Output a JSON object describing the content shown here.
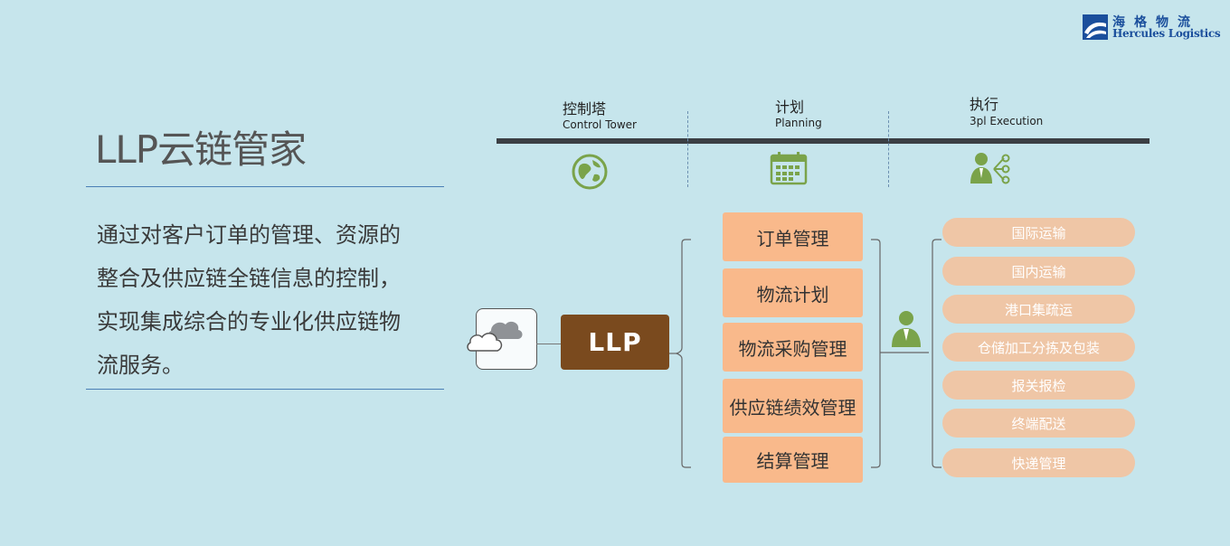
{
  "logo": {
    "cn": "海格物流",
    "en": "Hercules Logistics"
  },
  "title": "LLP云链管家",
  "description": "通过对客户订单的管理、资源的整合及供应链全链信息的控制，实现集成综合的专业化供应链物流服务。",
  "timeline": {
    "stages": [
      {
        "cn": "控制塔",
        "en": "Control Tower",
        "icon": "globe-icon"
      },
      {
        "cn": "计划",
        "en": "Planning",
        "icon": "calendar-icon"
      },
      {
        "cn": "执行",
        "en": "3pl Execution",
        "icon": "person-network-icon"
      }
    ]
  },
  "llp_label": "LLP",
  "modules": [
    "订单管理",
    "物流计划",
    "物流采购管理",
    "供应链绩效管理",
    "结算管理"
  ],
  "services": [
    "国际运输",
    "国内运输",
    "港口集疏运",
    "仓储加工分拣及包装",
    "报关报检",
    "终端配送",
    "快递管理"
  ],
  "colors": {
    "background": "#c6e5ec",
    "llp_box": "#7a4a1e",
    "module_box": "#f9b98b",
    "service_pill": "#efc6a6",
    "icon_green": "#7aa34a",
    "logo_blue": "#1b4f9c"
  }
}
